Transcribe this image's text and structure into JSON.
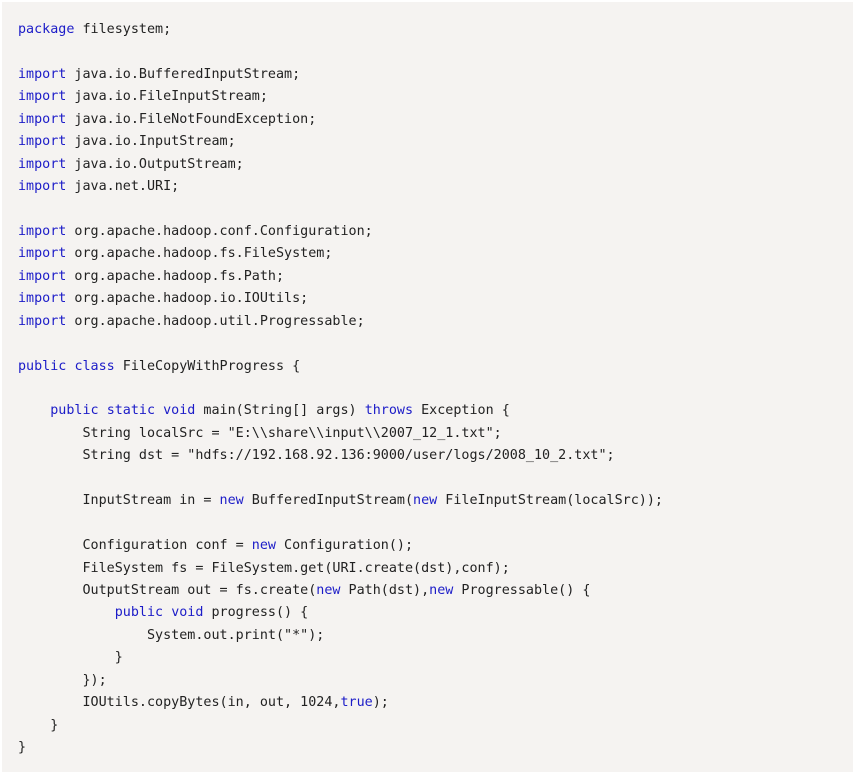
{
  "code": {
    "lines": [
      [
        {
          "t": "package",
          "k": true
        },
        {
          "t": " filesystem;"
        }
      ],
      [],
      [
        {
          "t": "import",
          "k": true
        },
        {
          "t": " java.io.BufferedInputStream;"
        }
      ],
      [
        {
          "t": "import",
          "k": true
        },
        {
          "t": " java.io.FileInputStream;"
        }
      ],
      [
        {
          "t": "import",
          "k": true
        },
        {
          "t": " java.io.FileNotFoundException;"
        }
      ],
      [
        {
          "t": "import",
          "k": true
        },
        {
          "t": " java.io.InputStream;"
        }
      ],
      [
        {
          "t": "import",
          "k": true
        },
        {
          "t": " java.io.OutputStream;"
        }
      ],
      [
        {
          "t": "import",
          "k": true
        },
        {
          "t": " java.net.URI;"
        }
      ],
      [],
      [
        {
          "t": "import",
          "k": true
        },
        {
          "t": " org.apache.hadoop.conf.Configuration;"
        }
      ],
      [
        {
          "t": "import",
          "k": true
        },
        {
          "t": " org.apache.hadoop.fs.FileSystem;"
        }
      ],
      [
        {
          "t": "import",
          "k": true
        },
        {
          "t": " org.apache.hadoop.fs.Path;"
        }
      ],
      [
        {
          "t": "import",
          "k": true
        },
        {
          "t": " org.apache.hadoop.io.IOUtils;"
        }
      ],
      [
        {
          "t": "import",
          "k": true
        },
        {
          "t": " org.apache.hadoop.util.Progressable;"
        }
      ],
      [],
      [
        {
          "t": "public",
          "k": true
        },
        {
          "t": " "
        },
        {
          "t": "class",
          "k": true
        },
        {
          "t": " FileCopyWithProgress {"
        }
      ],
      [],
      [
        {
          "t": "    "
        },
        {
          "t": "public",
          "k": true
        },
        {
          "t": " "
        },
        {
          "t": "static",
          "k": true
        },
        {
          "t": " "
        },
        {
          "t": "void",
          "k": true
        },
        {
          "t": " main(String[] args) "
        },
        {
          "t": "throws",
          "k": true
        },
        {
          "t": " Exception {"
        }
      ],
      [
        {
          "t": "        String localSrc = \"E:\\\\share\\\\input\\\\2007_12_1.txt\";"
        }
      ],
      [
        {
          "t": "        String dst = \"hdfs://192.168.92.136:9000/user/logs/2008_10_2.txt\";"
        }
      ],
      [],
      [
        {
          "t": "        InputStream in = "
        },
        {
          "t": "new",
          "k": true
        },
        {
          "t": " BufferedInputStream("
        },
        {
          "t": "new",
          "k": true
        },
        {
          "t": " FileInputStream(localSrc));"
        }
      ],
      [],
      [
        {
          "t": "        Configuration conf = "
        },
        {
          "t": "new",
          "k": true
        },
        {
          "t": " Configuration();"
        }
      ],
      [
        {
          "t": "        FileSystem fs = FileSystem.get(URI.create(dst),conf);"
        }
      ],
      [
        {
          "t": "        OutputStream out = fs.create("
        },
        {
          "t": "new",
          "k": true
        },
        {
          "t": " Path(dst),"
        },
        {
          "t": "new",
          "k": true
        },
        {
          "t": " Progressable() {"
        }
      ],
      [
        {
          "t": "            "
        },
        {
          "t": "public",
          "k": true
        },
        {
          "t": " "
        },
        {
          "t": "void",
          "k": true
        },
        {
          "t": " progress() {"
        }
      ],
      [
        {
          "t": "                System.out.print(\"*\");"
        }
      ],
      [
        {
          "t": "            }"
        }
      ],
      [
        {
          "t": "        });"
        }
      ],
      [
        {
          "t": "        IOUtils.copyBytes(in, out, 1024,"
        },
        {
          "t": "true",
          "k": true
        },
        {
          "t": ");"
        }
      ],
      [
        {
          "t": "    }"
        }
      ],
      [
        {
          "t": "}"
        }
      ]
    ]
  },
  "colors": {
    "background": "#f5f3f1",
    "keyword": "#1c1cc8",
    "text": "#222222"
  }
}
